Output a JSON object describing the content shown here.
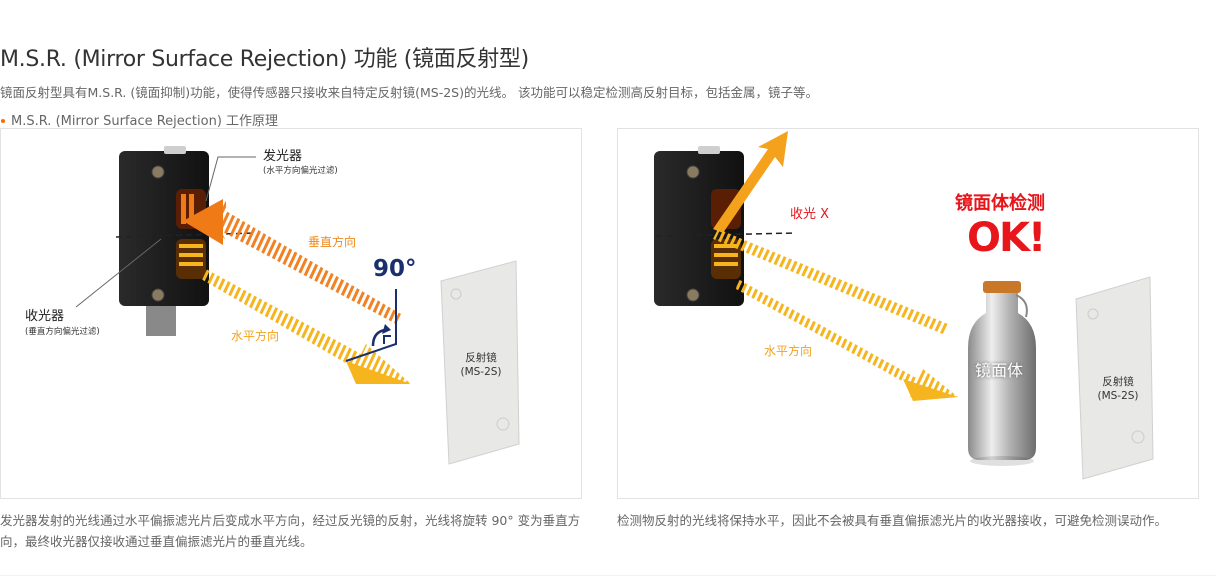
{
  "heading": {
    "title": "M.S.R. (Mirror Surface Rejection) 功能 (镜面反射型)",
    "intro": "镜面反射型具有M.S.R. (镜面抑制)功能，使得传感器只接收来自特定反射镜(MS-2S)的光线。 该功能可以稳定检测高反射目标，包括金属，镜子等。",
    "section_bullet": "M.S.R. (Mirror Surface Rejection) 工作原理"
  },
  "colors": {
    "bullet": "#ff6a00",
    "beam_orange": "#f07a16",
    "beam_yellow": "#f6b51e",
    "angle_blue": "#1a2f6e",
    "ok_red": "#e8151b"
  },
  "diagram_left": {
    "emitter_label": "发光器",
    "emitter_sub": "(水平方向偏光过滤)",
    "receiver_label": "收光器",
    "receiver_sub": "(垂直方向偏光过滤)",
    "vertical_label": "垂直方向",
    "horizontal_label": "水平方向",
    "angle_label": "90°",
    "mirror_label": "反射镜",
    "mirror_model": "(MS-2S)"
  },
  "diagram_right": {
    "no_receive_label": "收光 X",
    "horizontal_label": "水平方向",
    "detect_label": "镜面体检测",
    "ok_label": "OK!",
    "object_label": "镜面体",
    "mirror_label": "反射镜",
    "mirror_model": "(MS-2S)"
  },
  "captions": {
    "left": "发光器发射的光线通过水平偏振滤光片后变成水平方向，经过反光镜的反射，光线将旋转 90° 变为垂直方向，最终收光器仅接收通过垂直偏振滤光片的垂直光线。",
    "right": "检测物反射的光线将保持水平，因此不会被具有垂直偏振滤光片的收光器接收，可避免检测误动作。"
  }
}
